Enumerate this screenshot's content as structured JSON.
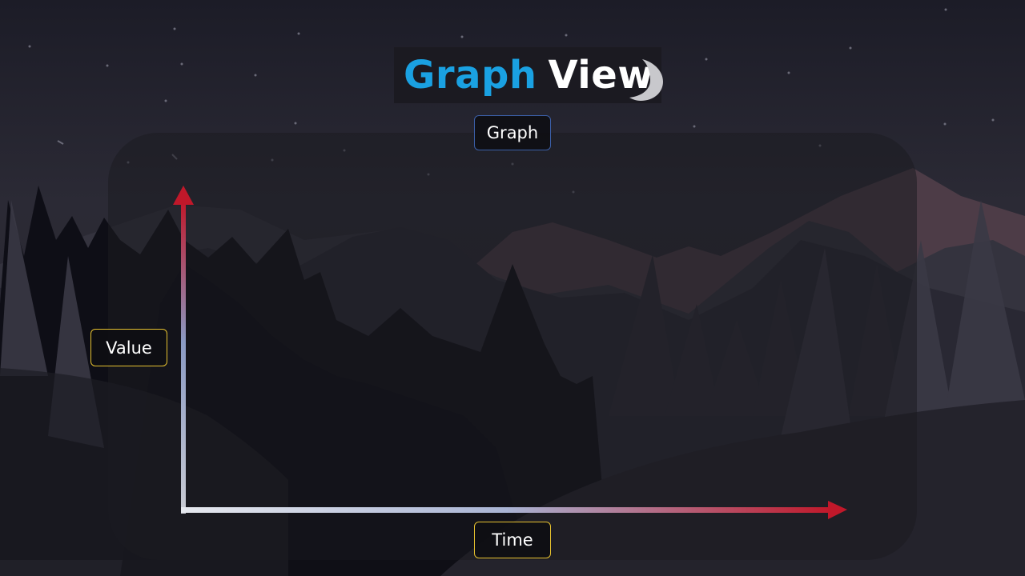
{
  "title": {
    "accent_word": "Graph",
    "plain_word": "View"
  },
  "graph_label": "Graph",
  "y_axis_label": "Value",
  "x_axis_label": "Time",
  "colors": {
    "title_accent": "#1aa1e2",
    "title_plain": "#ffffff",
    "graph_tag_border": "#3b5fa8",
    "axis_tag_border": "#e6c12f",
    "axis_arrow_head": "#c0182a",
    "axis_start": "#d8dbe6"
  },
  "icons": {
    "moon": "crescent-moon-icon"
  }
}
